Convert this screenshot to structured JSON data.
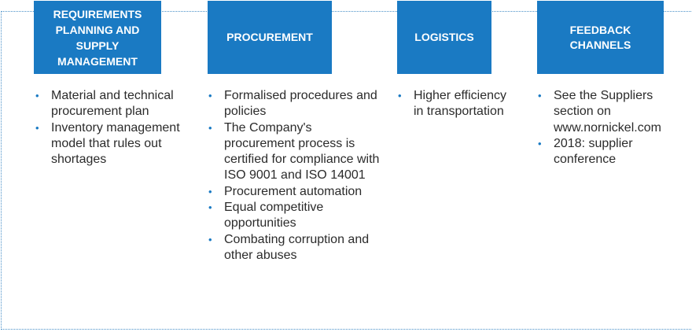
{
  "columns": [
    {
      "title": "REQUIREMENTS PLANNING AND SUPPLY MANAGEMENT",
      "items": [
        "Material and technical procurement plan",
        "Inventory management model that rules out shortages"
      ]
    },
    {
      "title": "PROCUREMENT",
      "items": [
        "Formalised procedures and policies",
        "The Company's procurement process is certified for compliance with ISO 9001 and ISO 14001",
        "Procurement automation",
        "Equal competitive opportunities",
        "Combating corruption and other abuses"
      ]
    },
    {
      "title": "LOGISTICS",
      "items": [
        "Higher efficiency in transportation"
      ]
    },
    {
      "title": "FEEDBACK CHANNELS",
      "items": [
        "See the Suppliers section on www.nornickel.com",
        "2018: supplier conference"
      ]
    }
  ],
  "colors": {
    "header_bg": "#1a7ac3",
    "bullet": "#1a7ac3",
    "text": "#2b2b2b",
    "frame": "#4a90c8"
  }
}
